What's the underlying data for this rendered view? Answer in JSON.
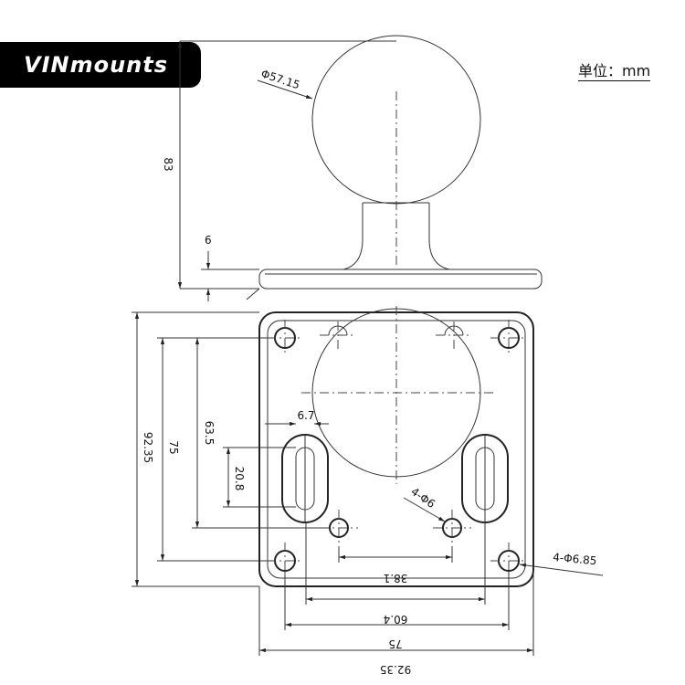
{
  "brand": {
    "logo_text": "VINmounts"
  },
  "unit_label": "单位：mm",
  "side_view": {
    "ball_diameter": "Φ57.15",
    "height": "83",
    "base_thickness": "6"
  },
  "top_view": {
    "plate_height": "92.35",
    "corner_hole_spacing_v": "75",
    "slot_to_hole_v": "63.5",
    "slot_length": "20.8",
    "slot_width": "6.7",
    "inner_hole_spacing": "38.1",
    "slot_spacing": "60.4",
    "corner_hole_spacing_h": "75",
    "plate_width": "92.35",
    "inner_holes": "4-Φ6",
    "corner_holes": "4-Φ6.85"
  }
}
